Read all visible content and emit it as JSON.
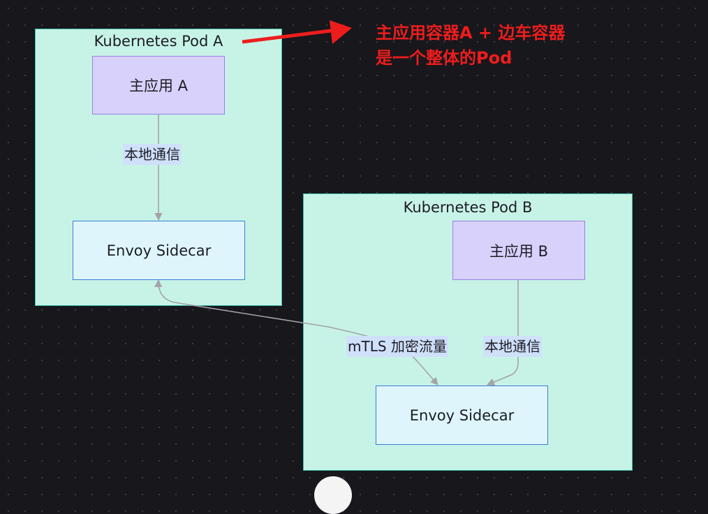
{
  "diagram": {
    "pod_a": {
      "title": "Kubernetes Pod A",
      "app_label": "主应用 A",
      "envoy_label": "Envoy Sidecar"
    },
    "pod_b": {
      "title": "Kubernetes Pod B",
      "app_label": "主应用 B",
      "envoy_label": "Envoy Sidecar"
    },
    "edges": {
      "a_local": "本地通信",
      "b_local": "本地通信",
      "mtls": "mTLS 加密流量"
    }
  },
  "annotation": {
    "text": "主应用容器A + 边车容器 是一个整体的Pod",
    "color": "#ee1d1d"
  },
  "colors": {
    "pod_fill": "#c7f3e7",
    "pod_border": "#3fc1ad",
    "app_fill": "#d8d1fb",
    "app_border": "#9a7fe6",
    "envoy_fill": "#def6fb",
    "envoy_border": "#3a7bd8",
    "edge_label_fill": "#cfe0fb",
    "background": "#17171c"
  }
}
